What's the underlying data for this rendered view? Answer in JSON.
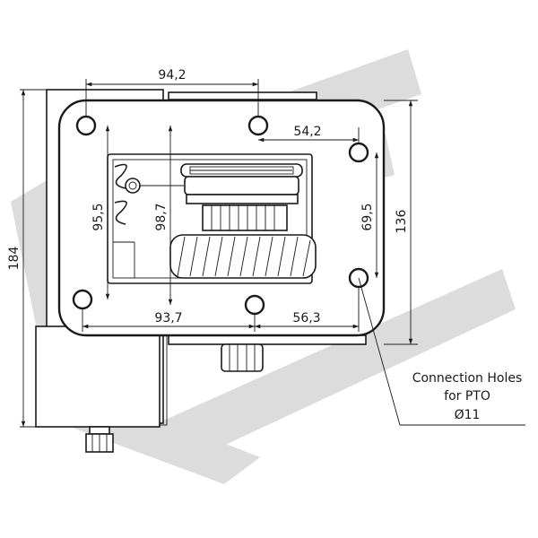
{
  "drawing": {
    "dimensions": {
      "top_width": "94,2",
      "bore_spacing": "54,2",
      "left_height": "95,5",
      "gear_height": "98,7",
      "right_spacing": "69,5",
      "plate_height": "136",
      "overall_height": "184",
      "bottom_left": "93,7",
      "bottom_right": "56,3"
    },
    "note": {
      "line1": "Connection Holes",
      "line2": "for PTO",
      "line3": "Ø11"
    },
    "colors": {
      "line": "#1a1a1a",
      "watermark": "#dcdcdc",
      "background": "#ffffff"
    }
  }
}
